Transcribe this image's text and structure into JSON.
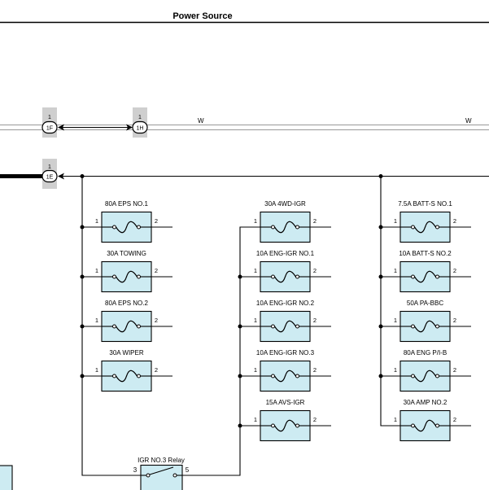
{
  "header": {
    "title": "Power Source"
  },
  "connectors": [
    {
      "id": "1F",
      "pin": "1"
    },
    {
      "id": "1H",
      "pin": "1"
    },
    {
      "id": "1E",
      "pin": "1"
    }
  ],
  "wire_labels": [
    "W",
    "W"
  ],
  "fuses": [
    {
      "label": "80A EPS NO.1",
      "pin_left": "1",
      "pin_right": "2"
    },
    {
      "label": "30A TOWING",
      "pin_left": "1",
      "pin_right": "2"
    },
    {
      "label": "80A EPS NO.2",
      "pin_left": "1",
      "pin_right": "2"
    },
    {
      "label": "30A WIPER",
      "pin_left": "1",
      "pin_right": "2"
    },
    {
      "label": "30A 4WD-IGR",
      "pin_left": "1",
      "pin_right": "2"
    },
    {
      "label": "10A ENG-IGR NO.1",
      "pin_left": "1",
      "pin_right": "2"
    },
    {
      "label": "10A ENG-IGR NO.2",
      "pin_left": "1",
      "pin_right": "2"
    },
    {
      "label": "10A ENG-IGR NO.3",
      "pin_left": "1",
      "pin_right": "2"
    },
    {
      "label": "15A AVS-IGR",
      "pin_left": "1",
      "pin_right": "2"
    },
    {
      "label": "7.5A BATT-S NO.1",
      "pin_left": "1",
      "pin_right": "2"
    },
    {
      "label": "10A BATT-S NO.2",
      "pin_left": "1",
      "pin_right": "2"
    },
    {
      "label": "50A PA-BBC",
      "pin_left": "1",
      "pin_right": "2"
    },
    {
      "label": "80A ENG P/I-B",
      "pin_left": "1",
      "pin_right": "2"
    },
    {
      "label": "30A AMP NO.2",
      "pin_left": "1",
      "pin_right": "2"
    }
  ],
  "relay": {
    "label": "IGR NO.3 Relay",
    "pin_left": "3",
    "pin_right": "5"
  },
  "colors": {
    "fuse_fill": "#cdebf2",
    "connector_tab": "#cfcfcf",
    "line": "#000000"
  }
}
